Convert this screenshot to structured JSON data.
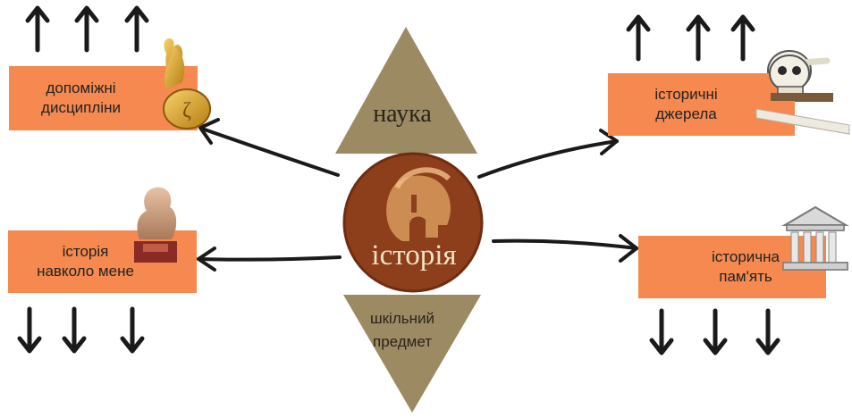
{
  "center": {
    "label": "історія"
  },
  "top_triangle": {
    "label": "наука"
  },
  "bottom_triangle": {
    "lines": [
      "шкільний",
      "предмет"
    ]
  },
  "boxes": {
    "aux": {
      "lines": [
        "допоміжні",
        "дисципліни"
      ]
    },
    "sources": {
      "lines": [
        "історичні",
        "джерела"
      ]
    },
    "around": {
      "lines": [
        "історія",
        "навколо мене"
      ]
    },
    "memory": {
      "lines": [
        "історична",
        "пам'ять"
      ]
    }
  },
  "colors": {
    "box": "#f5894f",
    "triangle": "#9c8a63",
    "circle": "#8d3e1b",
    "circle_edge": "#6e2d11",
    "arrow": "#1a1a1a"
  }
}
